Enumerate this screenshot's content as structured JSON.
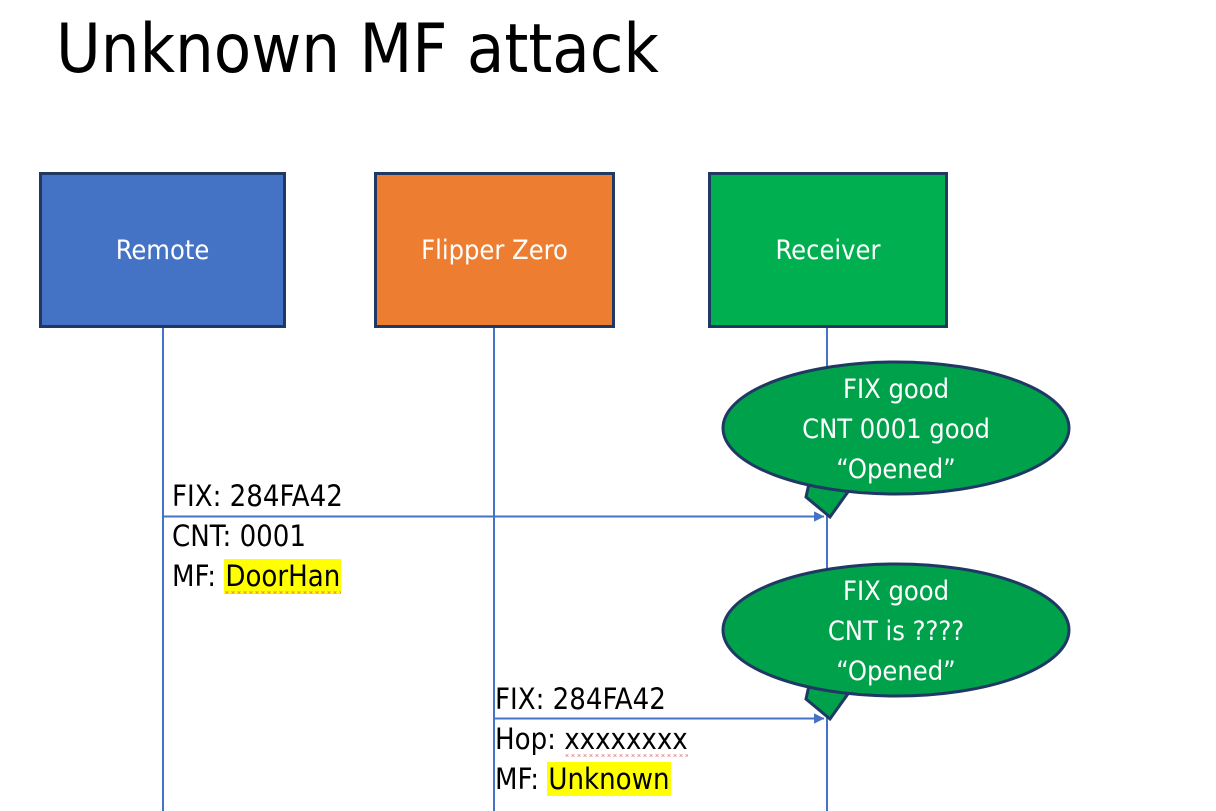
{
  "slide": {
    "title": "Unknown MF attack",
    "background": "#ffffff"
  },
  "colors": {
    "remote_fill": "#4472c4",
    "flipper_fill": "#ed7d31",
    "receiver_fill": "#00b050",
    "box_border": "#1f3864",
    "lifeline": "#4472c4",
    "arrow": "#4472c4",
    "callout_fill": "#00a14b",
    "callout_border": "#1f3864",
    "highlight": "#ffff00",
    "spellcheck_underline": "#e03131",
    "text_on_fill": "#ffffff",
    "text_body": "#000000"
  },
  "actors": [
    {
      "id": "remote",
      "label": "Remote"
    },
    {
      "id": "flipper",
      "label": "Flipper Zero"
    },
    {
      "id": "receiver",
      "label": "Receiver"
    }
  ],
  "messages": [
    {
      "id": "msg-1",
      "from": "remote",
      "to": "receiver",
      "lines": [
        {
          "label": "FIX: ",
          "value": "284FA42",
          "highlight": false,
          "spellcheck": false
        },
        {
          "label": "CNT: ",
          "value": "0001",
          "highlight": false,
          "spellcheck": false
        },
        {
          "label": "MF: ",
          "value": "DoorHan",
          "highlight": true,
          "spellcheck": true
        }
      ]
    },
    {
      "id": "msg-2",
      "from": "flipper",
      "to": "receiver",
      "lines": [
        {
          "label": "FIX: ",
          "value": "284FA42",
          "highlight": false,
          "spellcheck": false
        },
        {
          "label": "Hop: ",
          "value": "xxxxxxxx",
          "highlight": false,
          "spellcheck": true
        },
        {
          "label": "MF: ",
          "value": "Unknown",
          "highlight": true,
          "spellcheck": false
        }
      ]
    }
  ],
  "callouts": [
    {
      "id": "callout-1",
      "anchor": "receiver",
      "lines": [
        "FIX good",
        "CNT 0001 good",
        "“Opened”"
      ]
    },
    {
      "id": "callout-2",
      "anchor": "receiver",
      "lines": [
        "FIX good",
        "CNT is ????",
        "“Opened”"
      ]
    }
  ]
}
